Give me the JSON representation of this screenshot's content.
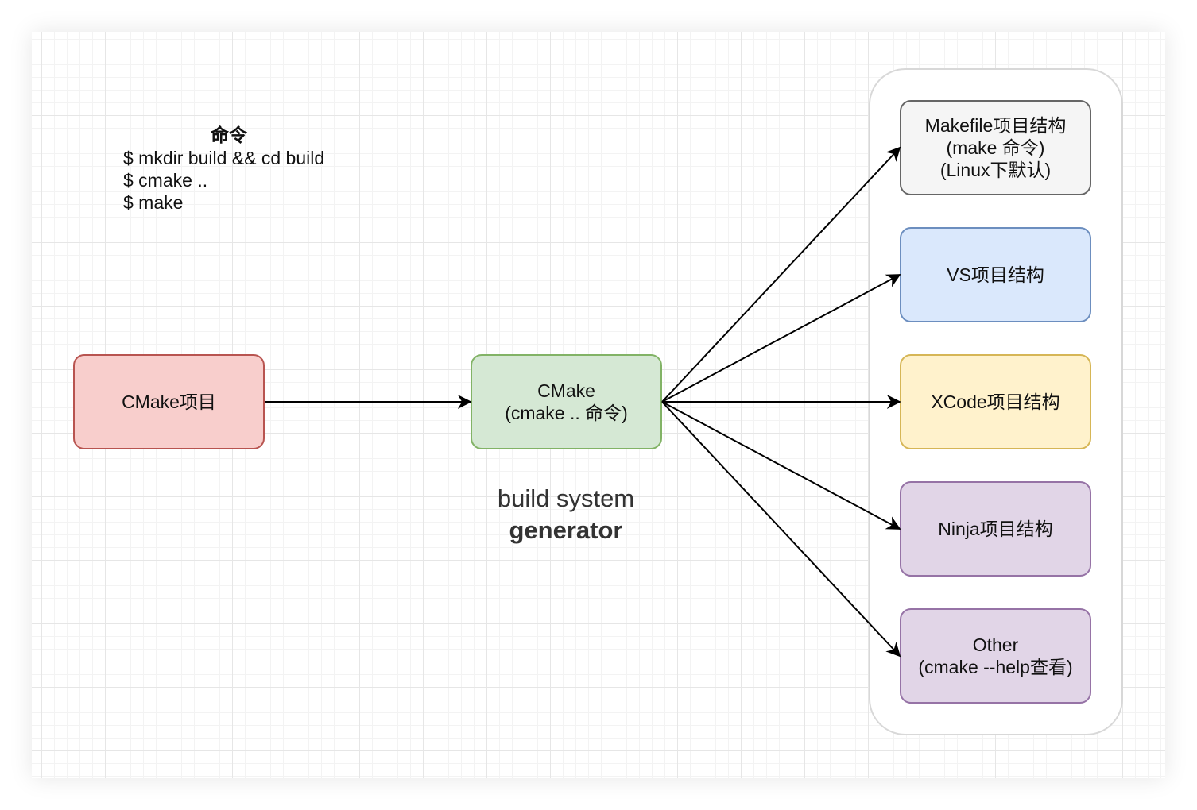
{
  "commands": {
    "title": "命令",
    "lines": [
      "$ mkdir build && cd build",
      "$ cmake ..",
      "$ make"
    ]
  },
  "nodes": {
    "source": {
      "lines": [
        "CMake项目"
      ],
      "fill": "#f8cecc",
      "stroke": "#b85450"
    },
    "generator": {
      "lines": [
        "CMake",
        "(cmake .. 命令)"
      ],
      "fill": "#d5e8d4",
      "stroke": "#82b366"
    },
    "makefile": {
      "lines": [
        "Makefile项目结构",
        "(make 命令)",
        "(Linux下默认)"
      ],
      "fill": "#f5f5f5",
      "stroke": "#666666"
    },
    "vs": {
      "lines": [
        "VS项目结构"
      ],
      "fill": "#dae8fc",
      "stroke": "#6c8ebf"
    },
    "xcode": {
      "lines": [
        "XCode项目结构"
      ],
      "fill": "#fff2cc",
      "stroke": "#d6b656"
    },
    "ninja": {
      "lines": [
        "Ninja项目结构"
      ],
      "fill": "#e1d5e7",
      "stroke": "#9673a6"
    },
    "other": {
      "lines": [
        "Other",
        "(cmake --help查看)"
      ],
      "fill": "#e1d5e7",
      "stroke": "#9673a6"
    }
  },
  "generator_label": {
    "line1": "build system",
    "line2": "generator"
  },
  "edges": [
    {
      "from": "source",
      "to": "generator"
    },
    {
      "from": "generator",
      "to": "makefile"
    },
    {
      "from": "generator",
      "to": "vs"
    },
    {
      "from": "generator",
      "to": "xcode"
    },
    {
      "from": "generator",
      "to": "ninja"
    },
    {
      "from": "generator",
      "to": "other"
    }
  ],
  "edge_color": "#000000"
}
